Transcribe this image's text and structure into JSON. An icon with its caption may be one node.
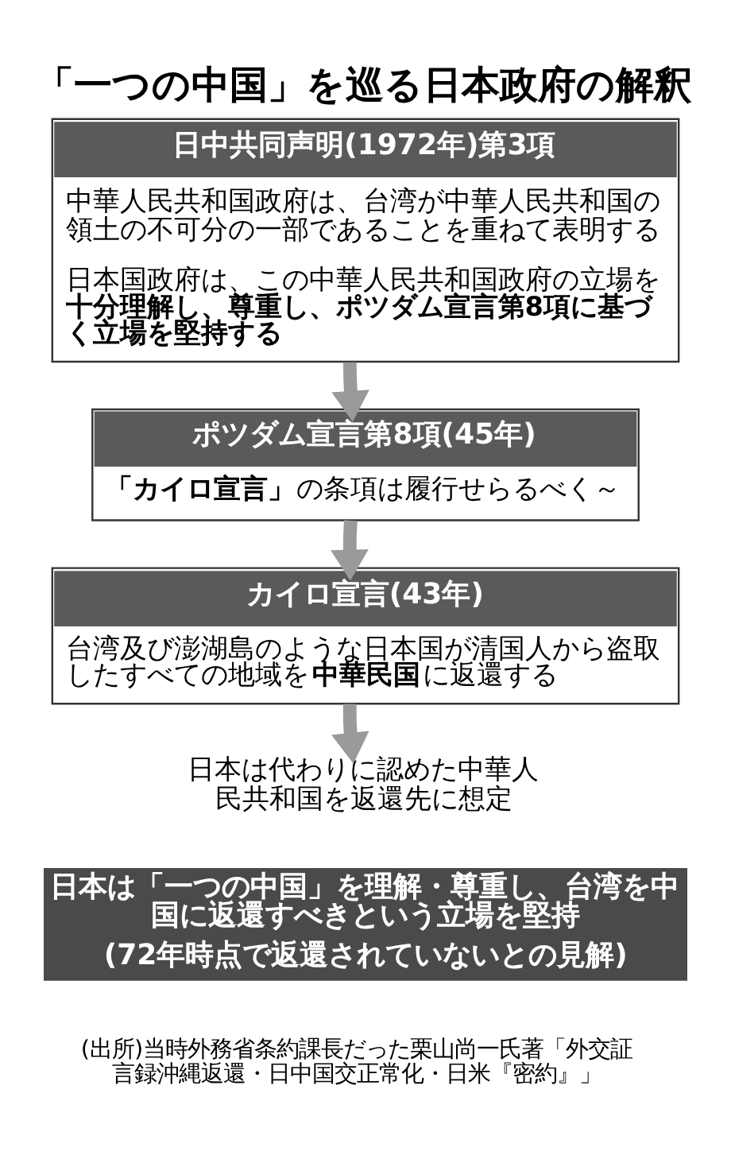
{
  "diagram": {
    "title": "「一つの中国」を巡る日本政府の解釈",
    "caption": "(出所)当時外務省条約課長だった栗山尚一氏著「外交証言録沖縄返還・日中国交正常化・日米『密約』」",
    "nodes": [
      {
        "text": [
          "日中共同声明(1972年)第3項",
          "中華人民共和国政府は、台湾が中華人民共和国の領土の不可分の一部であることを重ねて表明する",
          "日本国政府は、この中華人民共和国政府の立場を**十分理解し、尊重し、ポツダム宣言第8項に基づく立場を堅持する**"
        ]
      },
      {
        "text": [
          "ポツダム宣言第8項(45年)",
          "**「カイロ宣言」**の条項は履行せらるべく～"
        ]
      },
      {
        "text": [
          "カイロ宣言(43年)",
          "台湾及び澎湖島のような日本国が清国人から盗取したすべての地域を**中華民国**に返還する"
        ]
      },
      {
        "text": [
          "日本は代わりに認めた中華人民共和国を返還先に想定"
        ]
      },
      {
        "text": [
          "日本は「一つの中国」を理解・尊重し、台湾を中国に返還すべきという立場を堅持",
          "(72年時点で返還されていないとの見解)"
        ]
      }
    ],
    "edges": [
      {
        "from": 0,
        "to": 1,
        "arrow": "to"
      },
      {
        "from": 1,
        "to": 2,
        "arrow": "to"
      },
      {
        "from": 2,
        "to": 3,
        "arrow": "to"
      }
    ]
  }
}
